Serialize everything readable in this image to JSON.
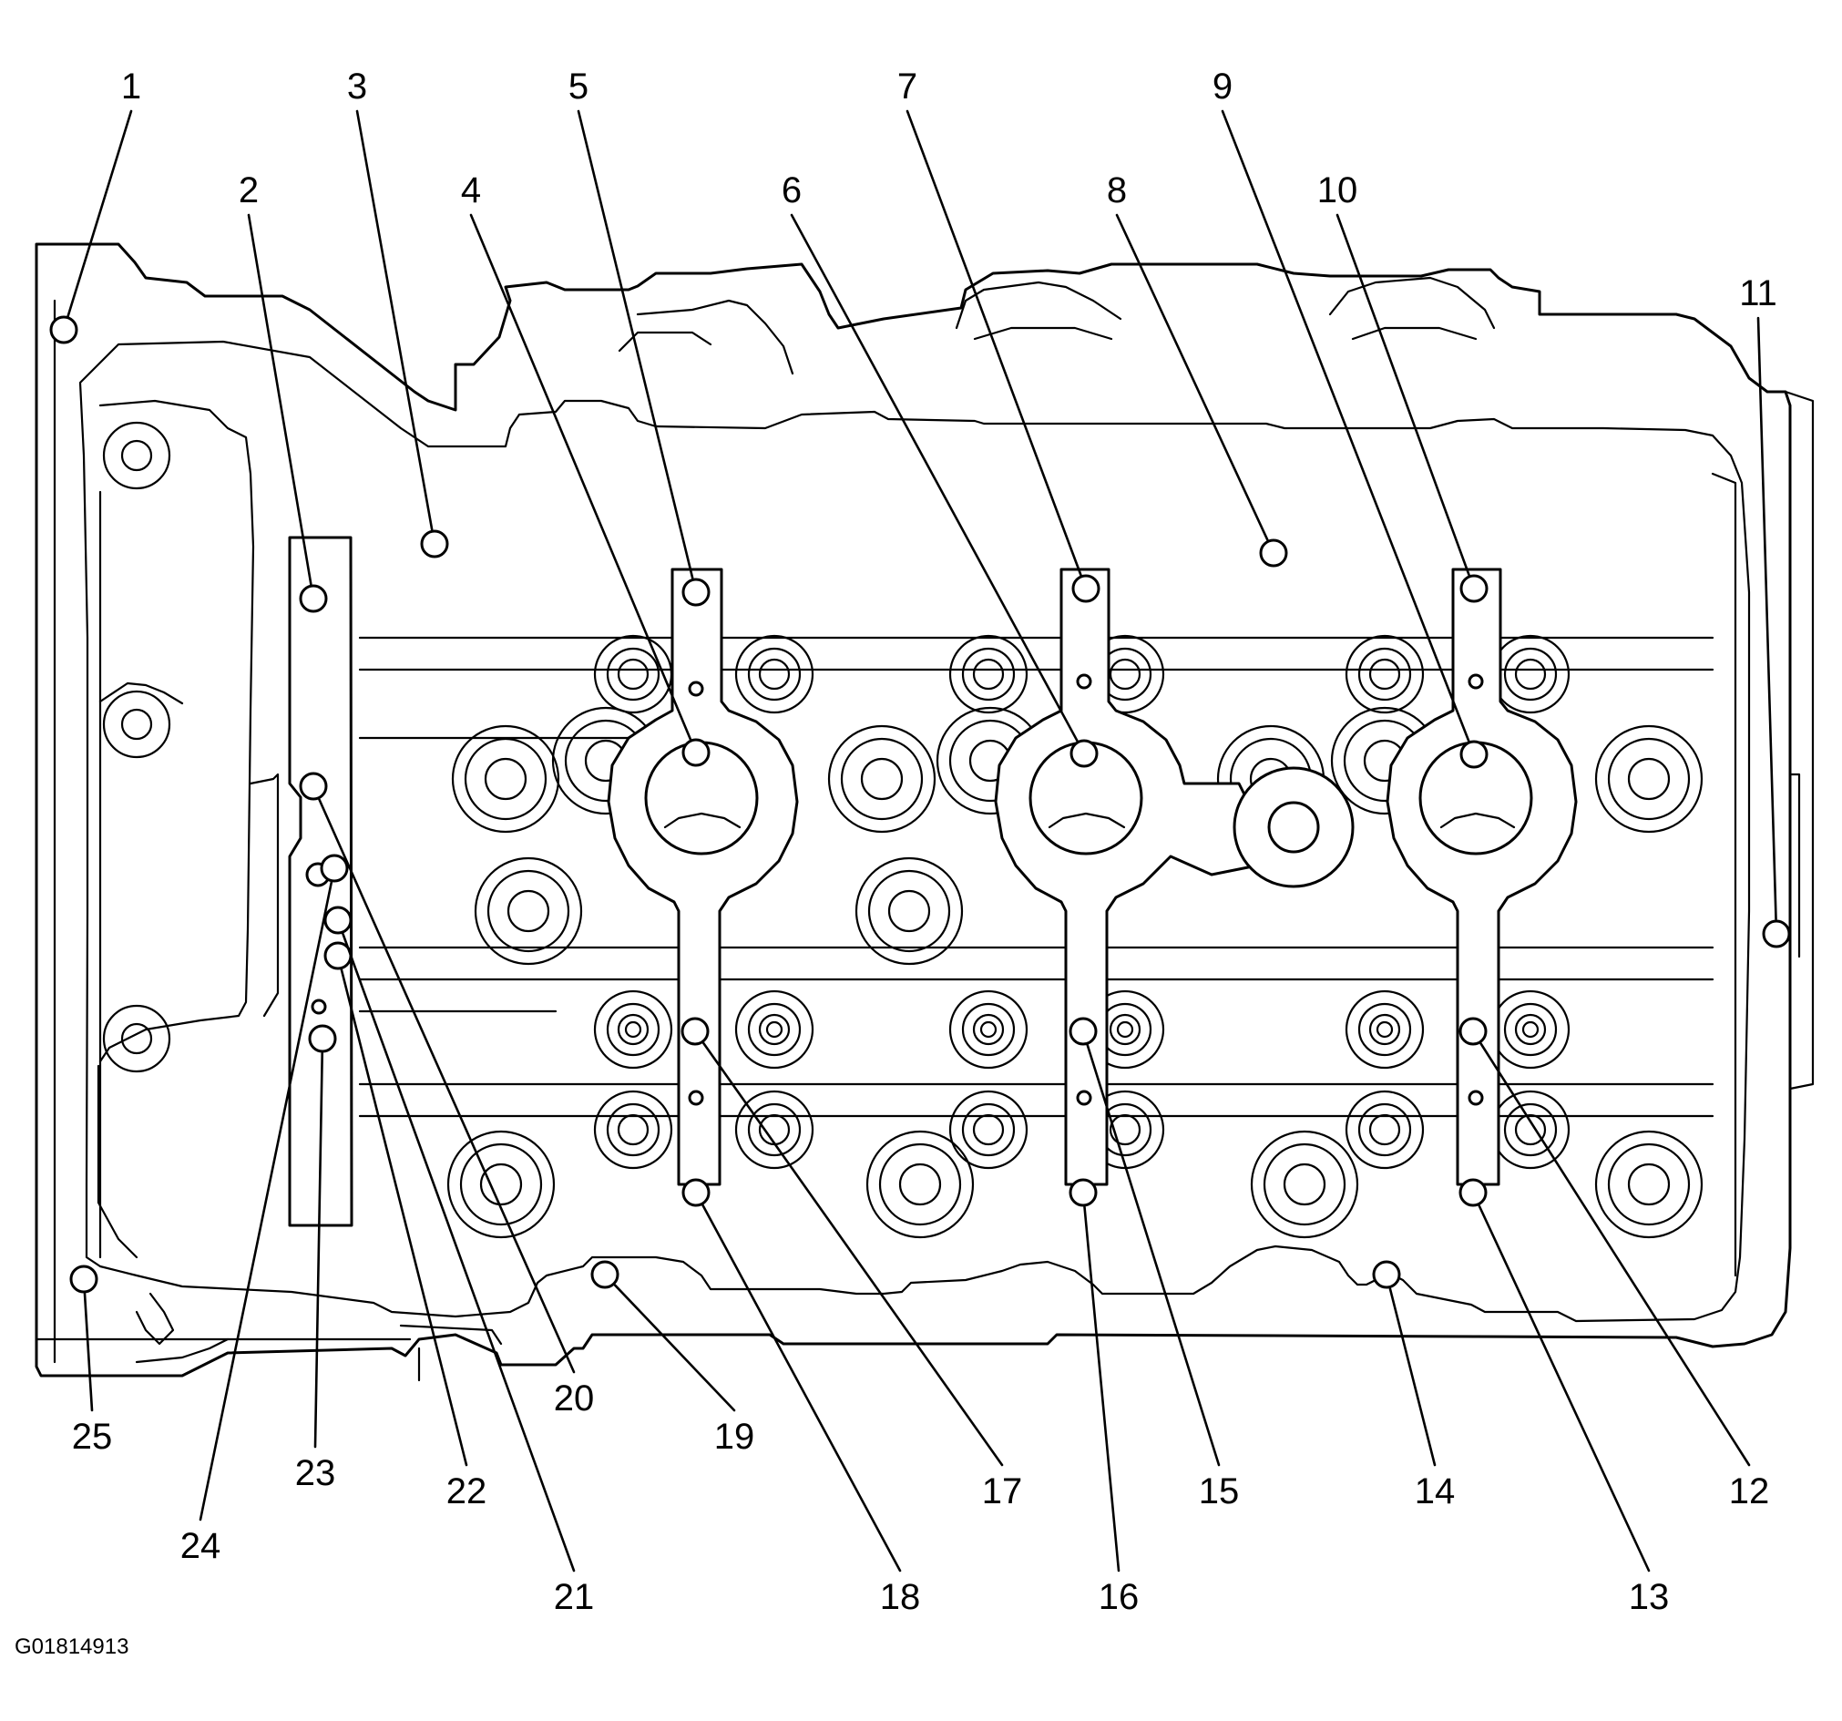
{
  "figure_id": "G01814913",
  "callouts": [
    {
      "label": "1"
    },
    {
      "label": "2"
    },
    {
      "label": "3"
    },
    {
      "label": "4"
    },
    {
      "label": "5"
    },
    {
      "label": "6"
    },
    {
      "label": "7"
    },
    {
      "label": "8"
    },
    {
      "label": "9"
    },
    {
      "label": "10"
    },
    {
      "label": "11"
    },
    {
      "label": "12"
    },
    {
      "label": "13"
    },
    {
      "label": "14"
    },
    {
      "label": "15"
    },
    {
      "label": "16"
    },
    {
      "label": "17"
    },
    {
      "label": "18"
    },
    {
      "label": "19"
    },
    {
      "label": "20"
    },
    {
      "label": "21"
    },
    {
      "label": "22"
    },
    {
      "label": "23"
    },
    {
      "label": "24"
    },
    {
      "label": "25"
    }
  ]
}
